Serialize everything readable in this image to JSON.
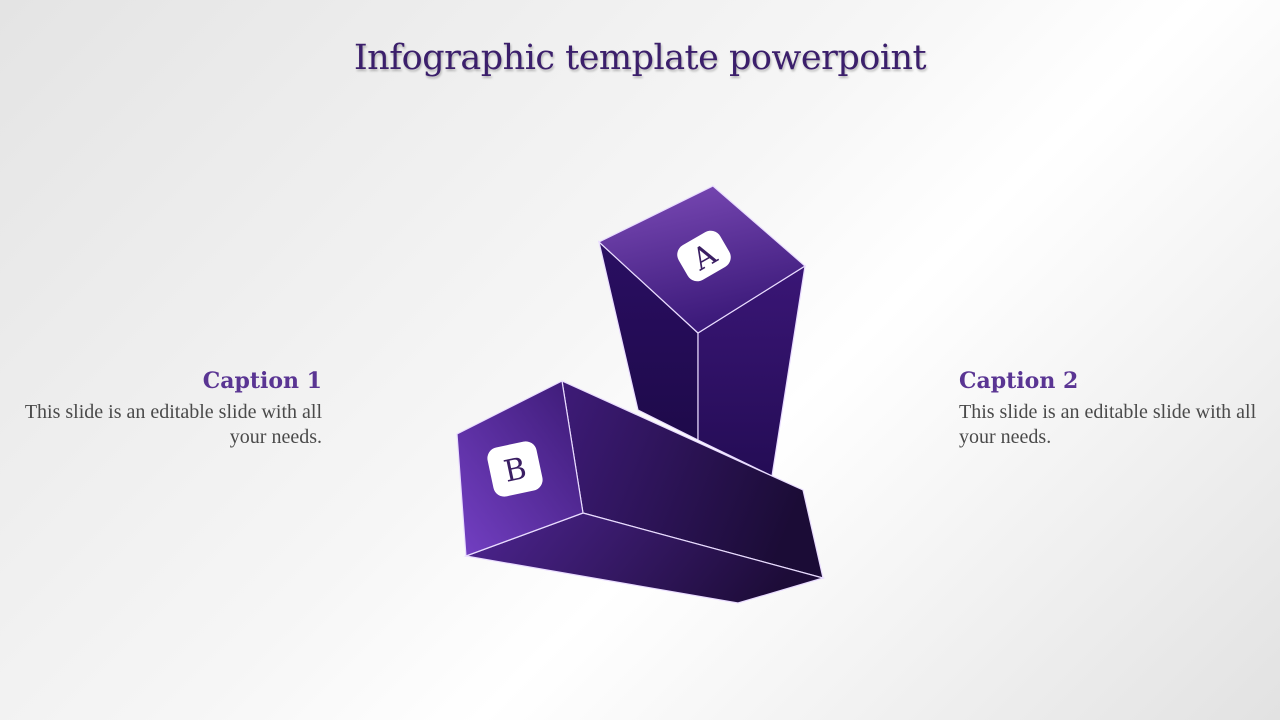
{
  "title": "Infographic template powerpoint",
  "captions": [
    {
      "title": "Caption 1",
      "text": "This slide is an editable slide with all your needs."
    },
    {
      "title": "Caption 2",
      "text": "This slide is an editable slide with all your needs."
    }
  ],
  "blocks": [
    {
      "label": "A"
    },
    {
      "label": "B"
    }
  ],
  "colors": {
    "accent": "#5a3593",
    "title": "#3b1f6b",
    "block_dark": "#1f0b48",
    "block_light": "#7a45c2"
  }
}
